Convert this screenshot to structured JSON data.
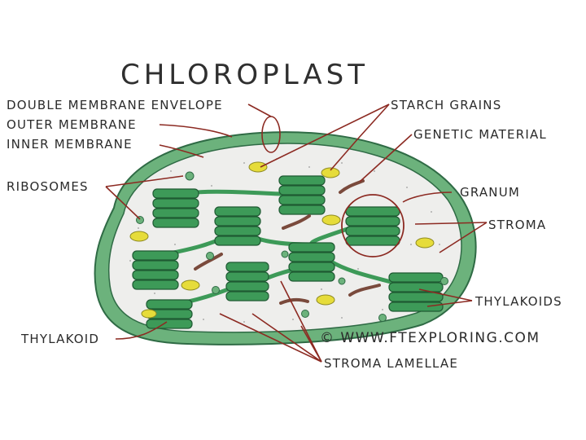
{
  "title": "CHLOROPLAST",
  "credit": "© WWW.FTEXPLORING.COM",
  "labels": {
    "double_membrane_envelope": "DOUBLE MEMBRANE ENVELOPE",
    "outer_membrane": "OUTER MEMBRANE",
    "inner_membrane": "INNER MEMBRANE",
    "ribosomes": "RIBOSOMES",
    "thylakoid": "THYLAKOID",
    "starch_grains": "STARCH GRAINS",
    "genetic_material": "GENETIC MATERIAL",
    "granum": "GRANUM",
    "stroma": "STROMA",
    "thylakoids": "THYLAKOIDS",
    "stroma_lamellae": "STROMA LAMELLAE"
  },
  "colors": {
    "outer_membrane": "#6cb27c",
    "stroma": "#eeeeec",
    "thylakoid": "#3d9a58",
    "thylakoid_dark": "#1f5a33",
    "starch": "#e6dc3a",
    "dna": "#7a4a3c",
    "ribosome": "#6cb27c",
    "leader": "#8c2a22"
  }
}
